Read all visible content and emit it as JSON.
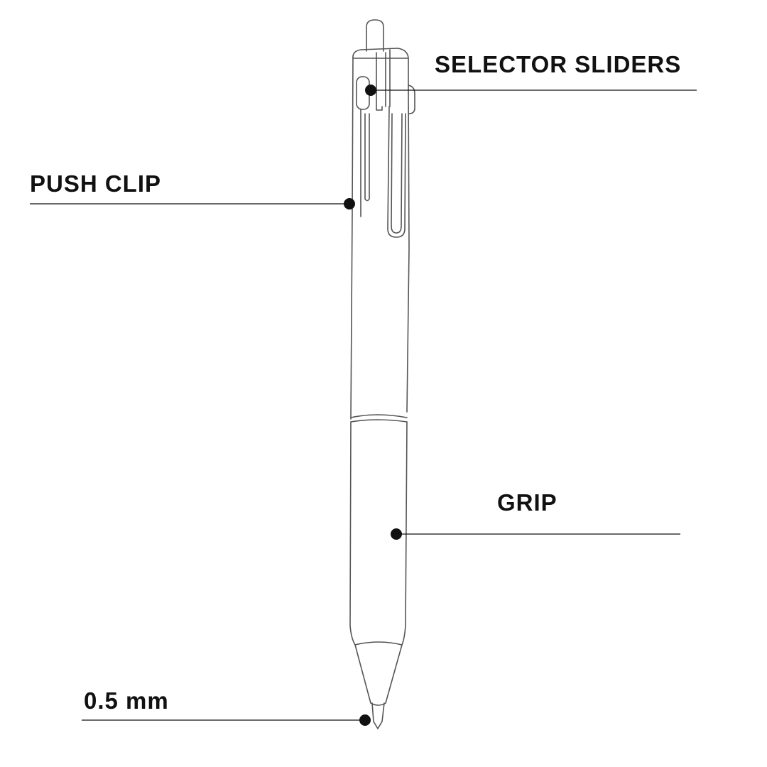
{
  "callouts": {
    "selector_sliders": "SELECTOR SLIDERS",
    "push_clip": "PUSH CLIP",
    "grip": "GRIP",
    "tip_size": "0.5 mm"
  },
  "colors": {
    "background": "#ffffff",
    "ink": "#111111",
    "outline": "#555555"
  }
}
